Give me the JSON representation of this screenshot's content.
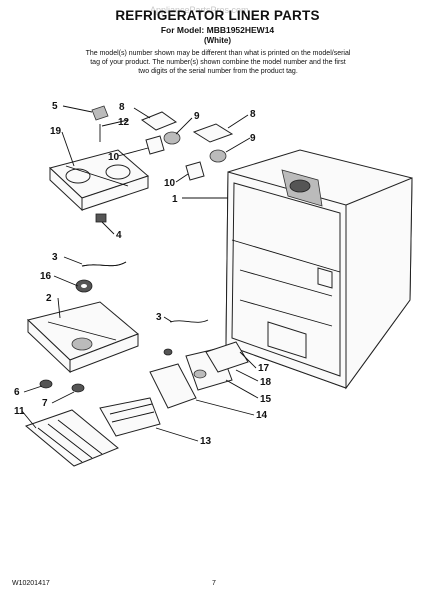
{
  "header": {
    "watermark": "AppliancePartsPros.com",
    "title": "REFRIGERATOR LINER PARTS",
    "model_line": "For Model: MBB1952HEW14",
    "color": "(White)",
    "note": "The model(s) number shown may be different than what is printed on the model/serial tag of your product. The number(s) shown combine the model number and the first two digits of the serial number from the product tag."
  },
  "callouts": {
    "c1": "1",
    "c2": "2",
    "c3a": "3",
    "c3b": "3",
    "c4": "4",
    "c5": "5",
    "c6": "6",
    "c7": "7",
    "c8a": "8",
    "c8b": "8",
    "c9a": "9",
    "c9b": "9",
    "c10a": "10",
    "c10b": "10",
    "c11": "11",
    "c12": "12",
    "c13": "13",
    "c14": "14",
    "c15": "15",
    "c16": "16",
    "c17": "17",
    "c18": "18",
    "c19": "19"
  },
  "footer": {
    "doc_number": "W10201417",
    "page_number": "7"
  }
}
